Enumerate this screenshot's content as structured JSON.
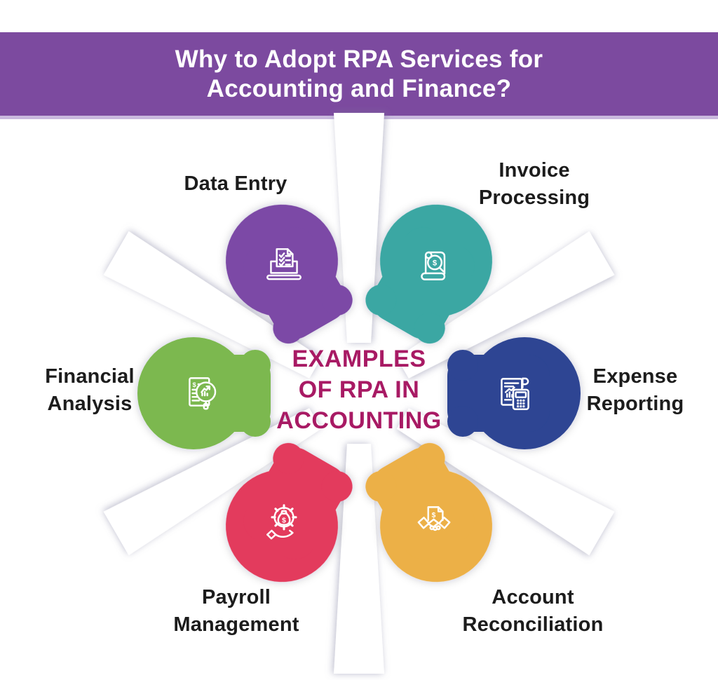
{
  "header": {
    "title_line1": "Why to Adopt RPA Services for",
    "title_line2": "Accounting and Finance?",
    "bg_color": "#7c4a9f",
    "accent_strip_color": "#c9b8de"
  },
  "center": {
    "line1": "EXAMPLES",
    "line2": "OF RPA IN",
    "line3": "ACCOUNTING",
    "color": "#a81a64"
  },
  "glyphs": {
    "dollar": "$"
  },
  "items": [
    {
      "id": "data-entry",
      "label": "Data Entry",
      "color": "#7b4aa6",
      "icon": "laptop-checklist-icon"
    },
    {
      "id": "invoice-processing",
      "label": "Invoice Processing",
      "color": "#3aa7a3",
      "icon": "invoice-magnifier-dollar-icon"
    },
    {
      "id": "expense-reporting",
      "label": "Expense Reporting",
      "color": "#2d4593",
      "icon": "report-calculator-icon"
    },
    {
      "id": "account-reconciliation",
      "label": "Account Reconciliation",
      "color": "#ecb046",
      "icon": "handshake-dollar-document-icon"
    },
    {
      "id": "payroll-management",
      "label": "Payroll Management",
      "color": "#e33a5d",
      "icon": "hand-gear-moneybag-icon"
    },
    {
      "id": "financial-analysis",
      "label": "Financial Analysis",
      "color": "#7cb850",
      "icon": "document-chart-magnifier-icon"
    }
  ]
}
